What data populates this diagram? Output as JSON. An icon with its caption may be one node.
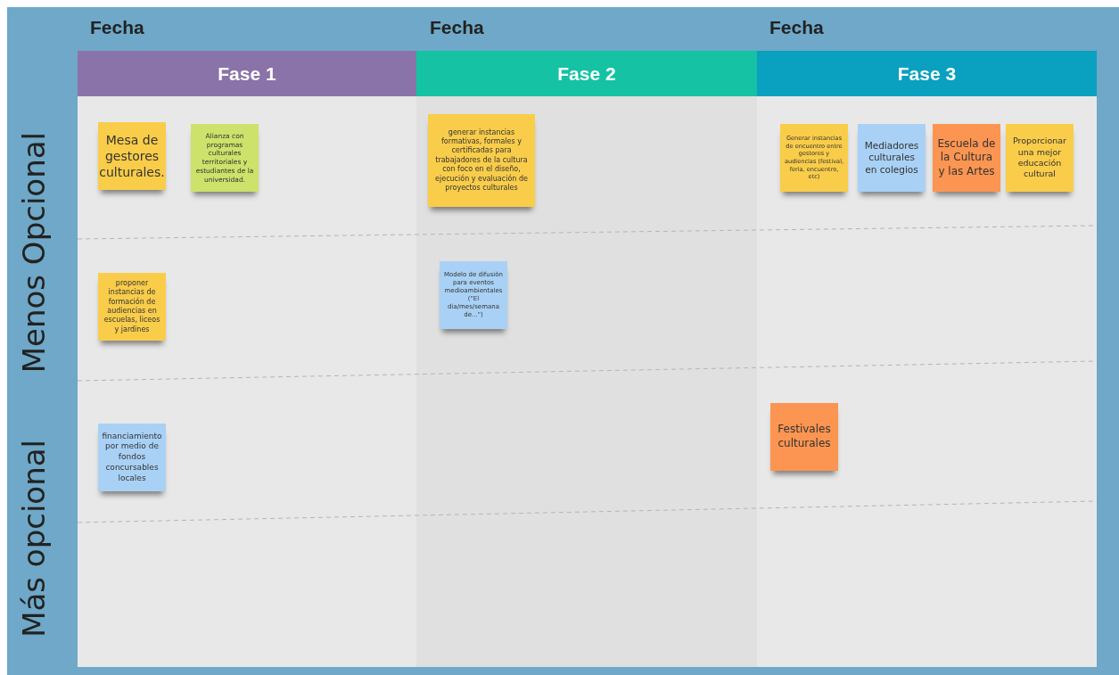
{
  "diagram": {
    "nodes": [
      {
        "text": [
          "Fase 1"
        ]
      },
      {
        "text": [
          "Fase 2"
        ]
      },
      {
        "text": [
          "Fase 3"
        ]
      },
      {
        "text": [
          "Mesa de gestores culturales."
        ]
      },
      {
        "text": [
          "Alianza con programas culturales territoriales y estudiantes de la universidad."
        ]
      },
      {
        "text": [
          "generar instancias formativas, formales y certificadas para trabajadores de la cultura con foco en el diseño, ejecución y evaluación de proyectos culturales"
        ]
      },
      {
        "text": [
          "Generar instancias de encuentro entre gestores y audiencias (festival, feria, encuentro, etc)"
        ]
      },
      {
        "text": [
          "Mediadores culturales en colegios"
        ]
      },
      {
        "text": [
          "Escuela de la Cultura y las Artes"
        ]
      },
      {
        "text": [
          "Proporcionar una mejor educación cultural"
        ]
      },
      {
        "text": [
          "proponer instancias de formación de audiencias en escuelas, liceos y jardines"
        ]
      },
      {
        "text": [
          "Modelo de difusión para eventos medioambientales (\"El dia/mes/semana de...\")"
        ]
      },
      {
        "text": [
          "financiamiento por medio de fondos concursables locales"
        ]
      },
      {
        "text": [
          "Festivales culturales"
        ]
      }
    ],
    "labels": [
      "Fecha",
      "Fecha",
      "Fecha",
      "Menos Opcional",
      "Más opcional"
    ]
  }
}
